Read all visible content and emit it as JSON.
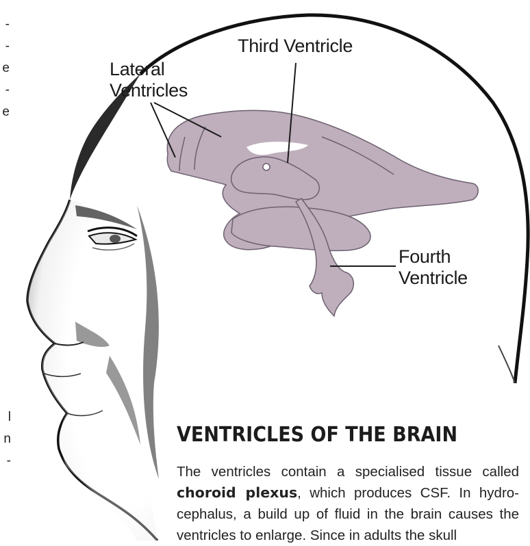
{
  "labels": {
    "third_ventricle": "Third Ventricle",
    "lateral_ventricles_line1": "Lateral",
    "lateral_ventricles_line2": "Ventricles",
    "fourth_ventricle_line1": "Fourth",
    "fourth_ventricle_line2": "Ventricle"
  },
  "section": {
    "heading": "VENTRICLES OF THE BRAIN",
    "body_part1": "The ventricles contain a specialised tissue called",
    "body_bold": "choroid plexus",
    "body_part2": ", which produces CSF. In hydro-cephalus, a build up of fluid in the brain causes the ventricles to enlarge. Since in adults the skull"
  },
  "margin_fragments": {
    "top": [
      "-",
      "-",
      "e",
      "-",
      "e"
    ],
    "bottom": [
      "l",
      "n",
      "-"
    ]
  },
  "colors": {
    "ventricle_fill": "#bfaebb",
    "ventricle_outline": "#6c6070",
    "head_outline": "#111111"
  }
}
